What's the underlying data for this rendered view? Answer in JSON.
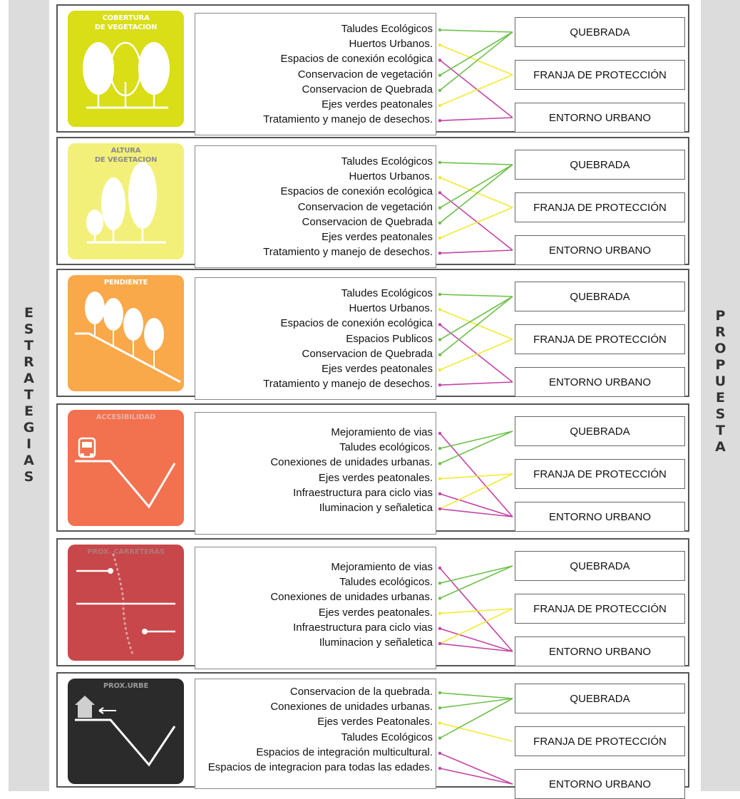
{
  "side_labels": {
    "left": "ESTRATEGIAS",
    "right": "PROPUESTA"
  },
  "targets": [
    "QUEBRADA",
    "FRANJA DE PROTECCIÓN",
    "ENTORNO URBANO"
  ],
  "colors": {
    "green": "#6cc04a",
    "yellow": "#f2ea2e",
    "magenta": "#c543a6"
  },
  "rows": [
    {
      "title": "COBERTURA\nDE VEGETACION",
      "icon": "cobertura-icon",
      "bg": "#d9de16",
      "title_color": "#ffffff",
      "items": [
        "Taludes Ecológicos",
        "Huertos Urbanos.",
        "Espacios de conexión ecológica",
        "Conservacion de vegetación",
        "Conservacion de Quebrada",
        "Ejes verdes peatonales",
        "Tratamiento y manejo de desechos."
      ],
      "links": [
        [
          "green",
          0
        ],
        [
          "yellow",
          1
        ],
        [
          "magenta",
          2
        ],
        [
          "green",
          0
        ],
        [
          "green",
          0
        ],
        [
          "yellow",
          1
        ],
        [
          "magenta",
          2
        ]
      ]
    },
    {
      "title": "ALTURA\nDE VEGETACION",
      "icon": "altura-icon",
      "bg": "#f3f07a",
      "title_color": "#8a8a8a",
      "items": [
        "Taludes Ecológicos",
        "Huertos Urbanos.",
        "Espacios de conexión ecológica",
        "Conservacion de vegetación",
        "Conservacion de Quebrada",
        "Ejes verdes peatonales",
        "Tratamiento y manejo de desechos."
      ],
      "links": [
        [
          "green",
          0
        ],
        [
          "yellow",
          1
        ],
        [
          "magenta",
          2
        ],
        [
          "green",
          0
        ],
        [
          "green",
          0
        ],
        [
          "yellow",
          1
        ],
        [
          "magenta",
          2
        ]
      ]
    },
    {
      "title": "PENDIENTE",
      "icon": "pendiente-icon",
      "bg": "#f9a84a",
      "title_color": "#ffffff",
      "items": [
        "Taludes Ecológicos",
        "Huertos Urbanos.",
        "Espacios de conexión ecológica",
        "Espacios Publicos",
        "Conservacion de Quebrada",
        "Ejes verdes peatonales",
        "Tratamiento y manejo de desechos."
      ],
      "links": [
        [
          "green",
          0
        ],
        [
          "yellow",
          1
        ],
        [
          "magenta",
          2
        ],
        [
          "green",
          0
        ],
        [
          "green",
          0
        ],
        [
          "yellow",
          1
        ],
        [
          "magenta",
          2
        ]
      ]
    },
    {
      "title": "ACCESIBILIDAD",
      "icon": "accesibilidad-icon",
      "bg": "#f2714f",
      "title_color": "#e9b3a2",
      "items": [
        "Mejoramiento de vias",
        "Taludes ecológicos.",
        "Conexiones de unidades urbanas.",
        "Ejes verdes peatonales.",
        "Infraestructura para ciclo vias",
        "Iluminacion y señaletica"
      ],
      "links": [
        [
          "magenta",
          2
        ],
        [
          "green",
          0
        ],
        [
          "green",
          0
        ],
        [
          "yellow",
          1
        ],
        [
          "magenta",
          2
        ],
        [
          "yellow",
          1
        ],
        [
          "magenta",
          2
        ]
      ]
    },
    {
      "title": "PROX. CARRETERAS",
      "icon": "carreteras-icon",
      "bg": "#c8474a",
      "title_color": "#b0787a",
      "items": [
        "Mejoramiento de vias",
        "Taludes ecológicos.",
        "Conexiones de unidades urbanas.",
        "Ejes verdes peatonales.",
        "Infraestructura para ciclo vias",
        "Iluminacion y señaletica"
      ],
      "links": [
        [
          "magenta",
          2
        ],
        [
          "green",
          0
        ],
        [
          "green",
          0
        ],
        [
          "yellow",
          1
        ],
        [
          "magenta",
          2
        ],
        [
          "yellow",
          1
        ],
        [
          "magenta",
          2
        ]
      ]
    },
    {
      "title": "PROX.URBE",
      "icon": "urbe-icon",
      "bg": "#2b2b2b",
      "title_color": "#9a9a9a",
      "items": [
        "Conservacion de la quebrada.",
        "Conexiones de unidades urbanas.",
        "Ejes verdes Peatonales.",
        "Taludes Ecológicos",
        "Espacios de integración multicultural.",
        "Espacios de integracion para todas las edades."
      ],
      "links": [
        [
          "green",
          0
        ],
        [
          "green",
          0
        ],
        [
          "yellow",
          1
        ],
        [
          "green",
          0
        ],
        [
          "magenta",
          2
        ],
        [
          "magenta",
          2
        ]
      ]
    }
  ]
}
